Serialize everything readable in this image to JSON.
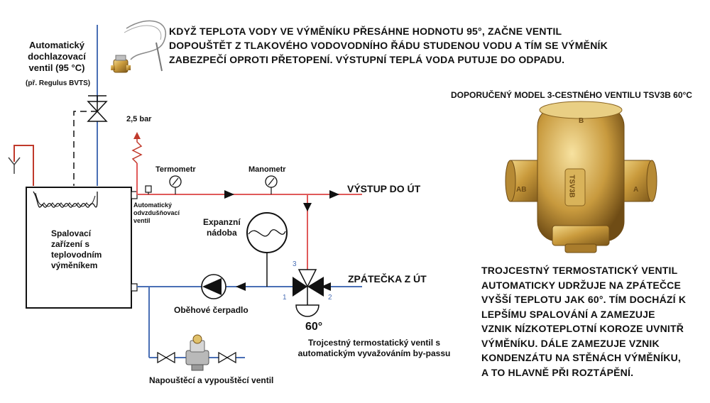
{
  "top_note": {
    "lines": [
      "KDYŽ TEPLOTA VODY VE VÝMĚNÍKU PŘESÁHNE HODNOTU 95°, ZAČNE VENTIL",
      "DOPOUŠTĚT Z TLAKOVÉHO VODOVODNÍHO ŘÁDU STUDENOU VODU A TÍM SE VÝMĚNÍK",
      "ZABEZPEČÍ OPROTI PŘETOPENÍ. VÝSTUPNÍ TEPLÁ VODA PUTUJE DO ODPADU."
    ]
  },
  "cooling_valve": {
    "lines": [
      "Automatický",
      "dochlazovací",
      "ventil (95 °C)"
    ],
    "example": "(př. Regulus BVTS)"
  },
  "pressure": "2,5 bar",
  "thermometer": "Termometr",
  "manometer": "Manometr",
  "outlet": "VÝSTUP DO ÚT",
  "return": "ZPÁTEČKA Z ÚT",
  "air_vent": {
    "lines": [
      "Automatický",
      "odvzdušňovací",
      "ventil"
    ]
  },
  "boiler": {
    "lines": [
      "Spalovací",
      "zařízení s",
      "teplovodním",
      "výměníkem"
    ]
  },
  "expansion": {
    "lines": [
      "Expanzní",
      "nádoba"
    ]
  },
  "pump": "Oběhové čerpadlo",
  "fill_valve": "Napouštěcí a vypouštěcí ventil",
  "three_way": {
    "temp": "60°",
    "ports": [
      "3",
      "1",
      "2"
    ],
    "lines": [
      "Trojcestný termostatický ventil s",
      "automatickým vyvažováním by-passu"
    ]
  },
  "recommended": {
    "title": "DOPORUČENÝ MODEL 3-CESTNÉHO VENTILU TSV3B 60°C",
    "marks": [
      "TSV3B",
      "AB",
      "A",
      "B"
    ]
  },
  "bottom_note": {
    "lines": [
      "TROJCESTNÝ TERMOSTATICKÝ VENTIL",
      "AUTOMATICKY UDRŽUJE NA ZPÁTEČCE",
      "VYŠŠÍ TEPLOTU JAK 60°. TÍM DOCHÁZÍ K",
      "LEPŠÍMU SPALOVÁNÍ A ZAMEZUJE",
      "VZNIK NÍZKOTEPLOTNÍ KOROZE UVNITŘ",
      "VÝMĚNÍKU. DÁLE ZAMEZUJE VZNIK",
      "KONDENZÁTU NA STĚNÁCH VÝMĚNÍKU,",
      "A TO HLAVNĚ PŘI ROZTÁPĚNÍ."
    ]
  },
  "colors": {
    "hot": "#e05a5a",
    "cold": "#4a6fb5",
    "line": "#111111",
    "brass": "#c9a24a",
    "green": "#5fb37a"
  }
}
